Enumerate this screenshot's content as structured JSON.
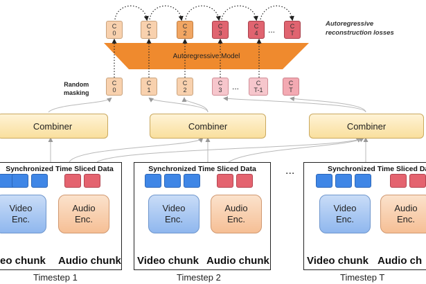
{
  "losses_label_line1": "Autoregressive",
  "losses_label_line2": "reconstruction losses",
  "random_masking_line1": "Random",
  "random_masking_line2": "masking",
  "model_label": "Autoregressive Model",
  "top_tokens": [
    {
      "line1": "C",
      "line2": "0"
    },
    {
      "line1": "C",
      "line2": "1"
    },
    {
      "line1": "C",
      "line2": "2"
    },
    {
      "line1": "C",
      "line2": "3"
    },
    {
      "line1": "C",
      "line2": "4"
    },
    {
      "line1": "C",
      "line2": "T"
    }
  ],
  "top_ellipsis": "...",
  "bottom_tokens": [
    {
      "line1": "C",
      "line2": "0"
    },
    {
      "line1": "C",
      "line2": "1"
    },
    {
      "line1": "C",
      "line2": "2"
    },
    {
      "line1": "C",
      "line2": "3"
    },
    {
      "line1": "C",
      "line2": "T-1"
    },
    {
      "line1": "C",
      "line2": "T"
    }
  ],
  "bottom_ellipsis": "...",
  "combiner_label": "Combiner",
  "panel_title": "Synchronized Time Sliced Data",
  "video_enc_line1": "Video",
  "video_enc_line2": "Enc.",
  "audio_enc_line1": "Audio",
  "audio_enc_line2": "Enc.",
  "panels": [
    {
      "video_chunk": "eo chunk",
      "audio_chunk": "Audio chunk",
      "timestep": "Timestep 1"
    },
    {
      "video_chunk": "Video chunk",
      "audio_chunk": "Audio chunk",
      "timestep": "Timestep 2"
    },
    {
      "video_chunk": "Video chunk",
      "audio_chunk": "Audio ch",
      "timestep": "Timestep T"
    }
  ],
  "panel_ellipsis": "...",
  "colors": {
    "model_trapezoid": "#ef8a2e",
    "arrow_grey": "#b8b8b8",
    "video_blue": "#3f86e6",
    "audio_red": "#e4636f"
  }
}
